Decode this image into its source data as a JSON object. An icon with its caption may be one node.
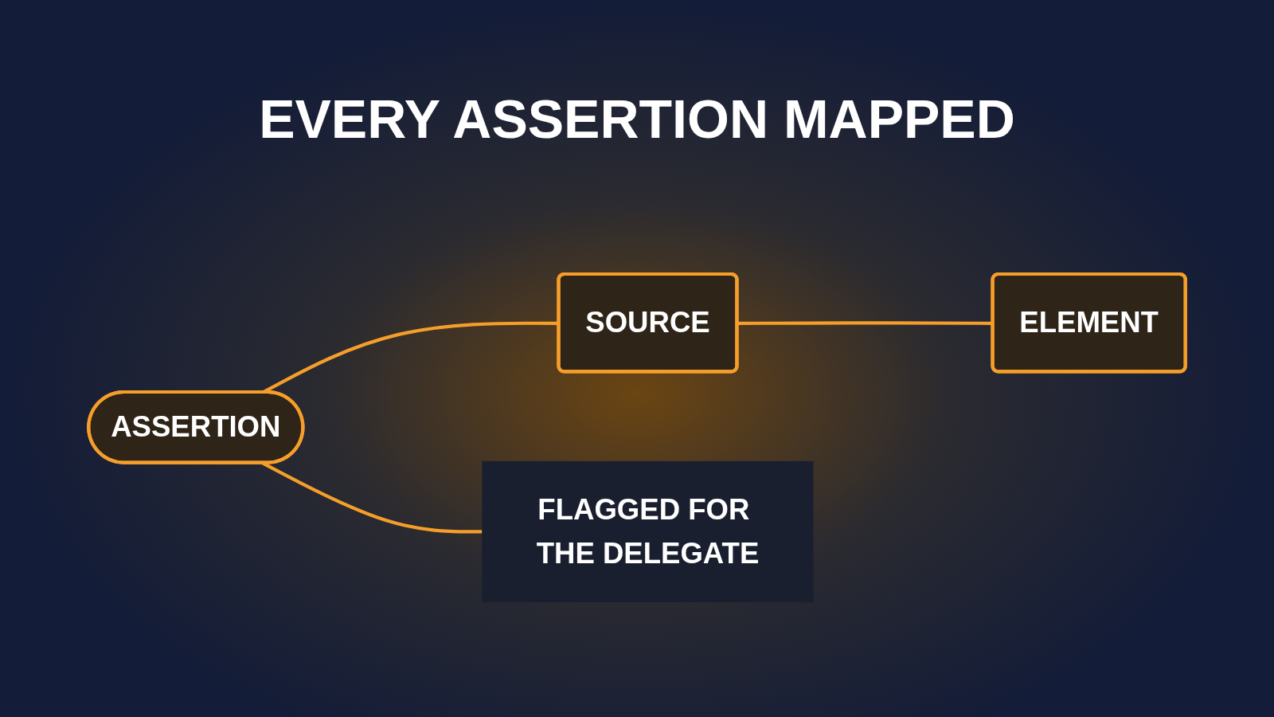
{
  "diagram": {
    "title": "EVERY ASSERTION MAPPED",
    "nodes": [
      {
        "text": [
          "ASSERTION"
        ]
      },
      {
        "text": [
          "SOURCE"
        ]
      },
      {
        "text": [
          "ELEMENT"
        ]
      },
      {
        "text": [
          "FLAGGED FOR THE DELEGATE"
        ]
      }
    ],
    "edges": [
      {
        "from": 0,
        "to": 1,
        "arrow": "none"
      },
      {
        "from": 1,
        "to": 2,
        "arrow": "none"
      },
      {
        "from": 0,
        "to": 3,
        "arrow": "none"
      }
    ]
  }
}
